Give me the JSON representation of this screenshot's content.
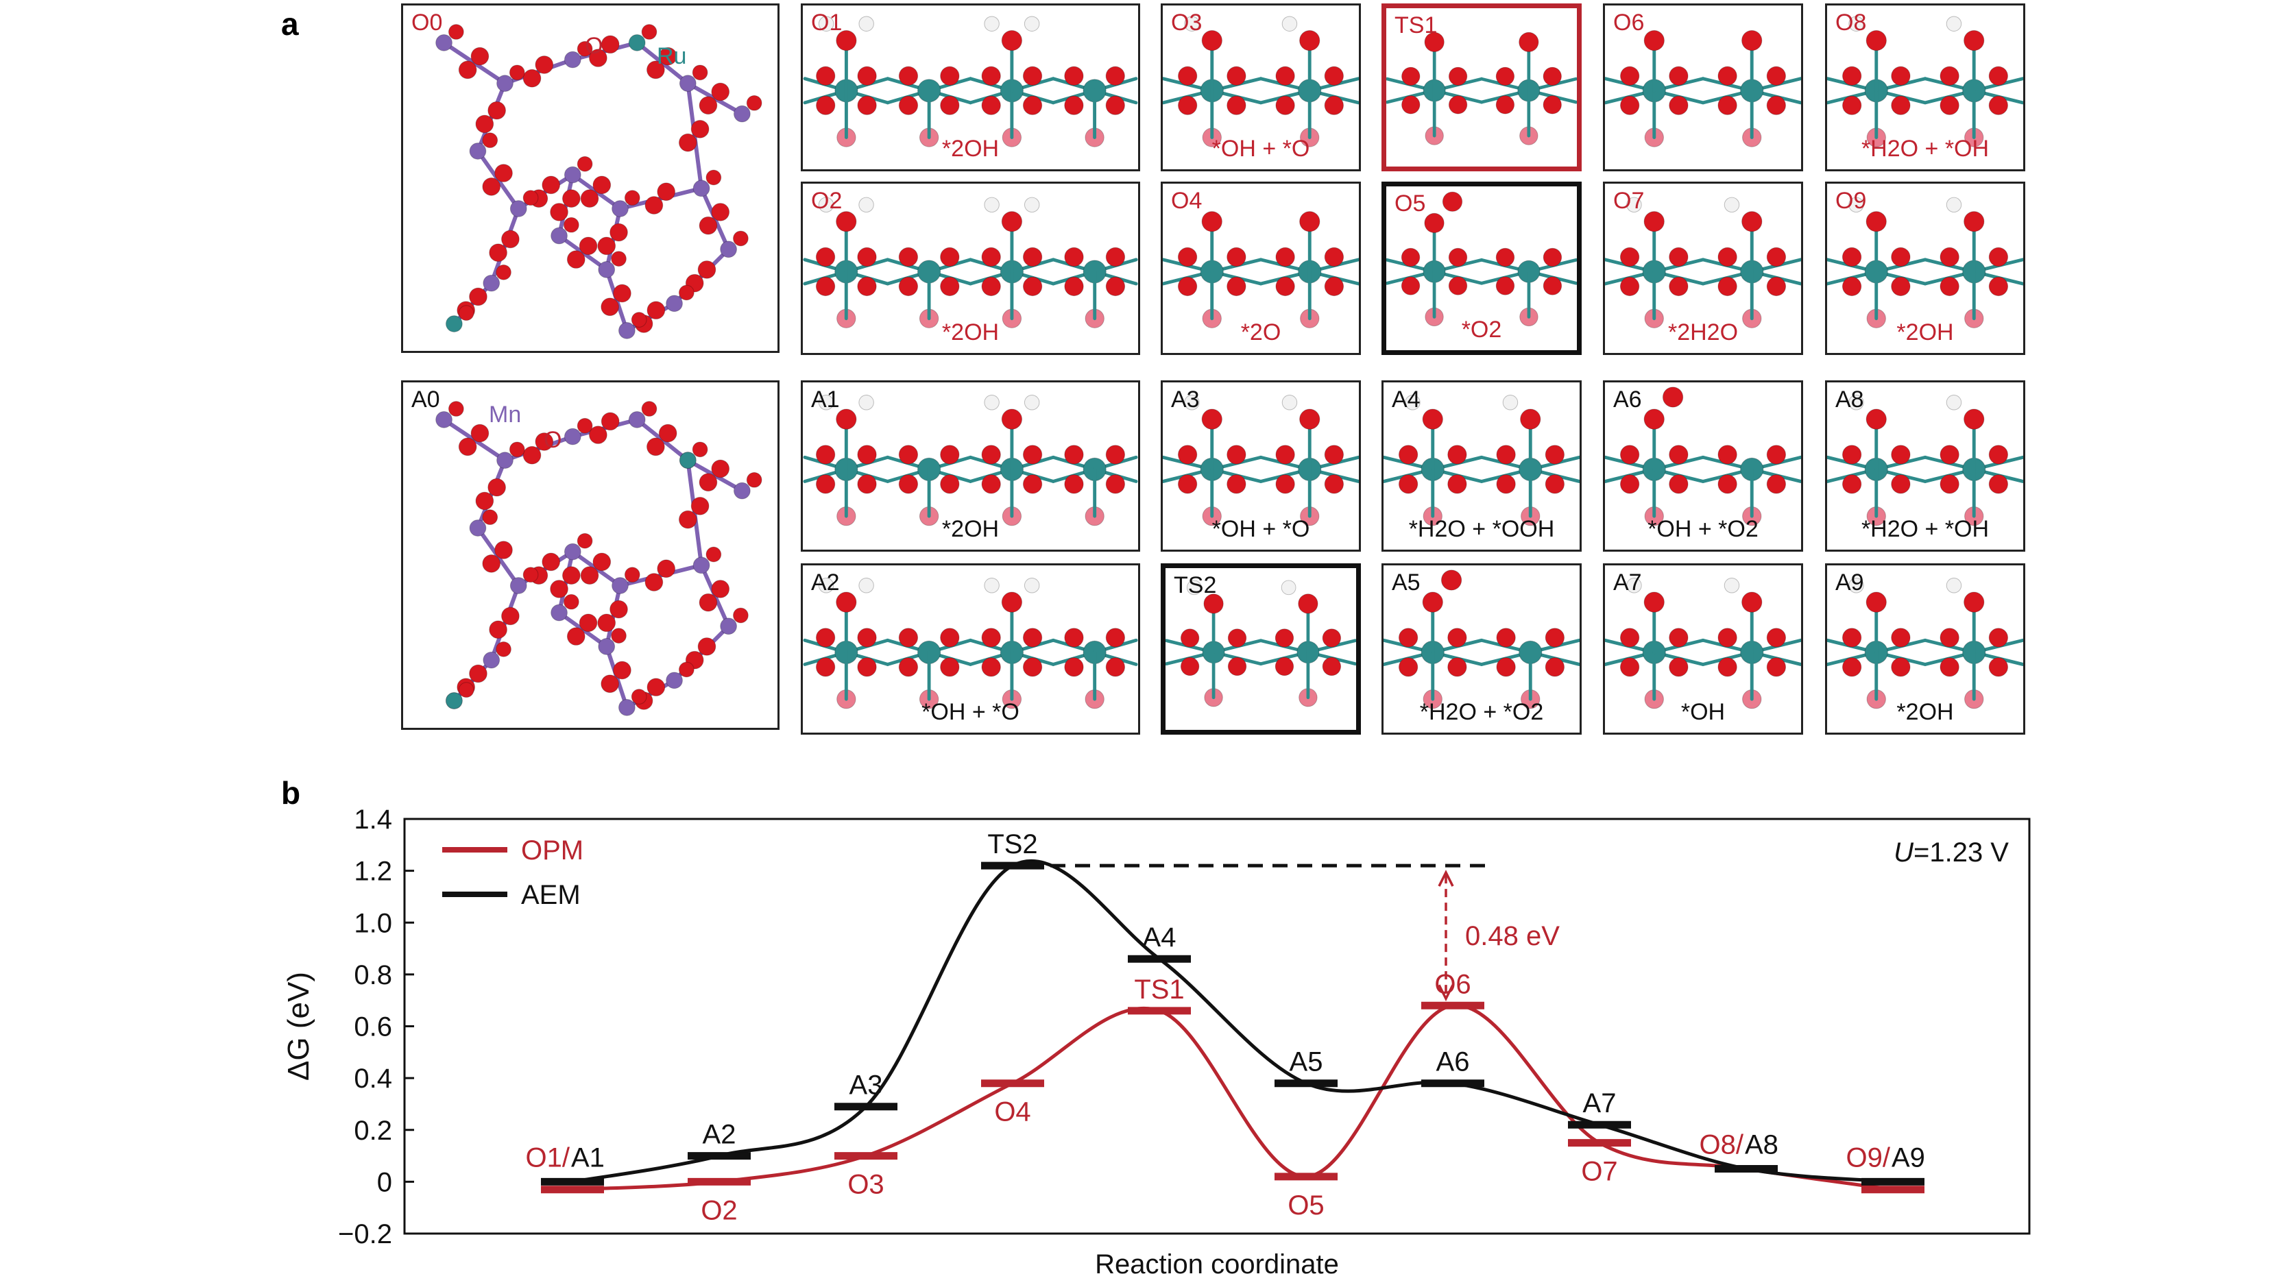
{
  "panel_labels": {
    "a": "a",
    "b": "b"
  },
  "colors": {
    "opm": "#b8252f",
    "aem": "#111111",
    "ru": "#2e8b8b",
    "o": "#d8171f",
    "mn": "#7f62b2",
    "o_sub": "#ea7b8e",
    "h": "#f2f2f2"
  },
  "structures": {
    "o0": {
      "label": "O0",
      "ru_label": "Ru",
      "o_label": "O"
    },
    "a0": {
      "label": "A0",
      "mn_label": "Mn",
      "o_label": "O"
    },
    "grid": [
      {
        "id": "O1",
        "caption": "*2OH"
      },
      {
        "id": "O3",
        "caption": "*OH + *O"
      },
      {
        "id": "TS1",
        "caption": ""
      },
      {
        "id": "O6",
        "caption": ""
      },
      {
        "id": "O8",
        "caption": "*H2O + *OH"
      },
      {
        "id": "O2",
        "caption": "*2OH"
      },
      {
        "id": "O4",
        "caption": "*2O"
      },
      {
        "id": "O5",
        "caption": "*O2"
      },
      {
        "id": "O7",
        "caption": "*2H2O"
      },
      {
        "id": "O9",
        "caption": "*2OH"
      },
      {
        "id": "A1",
        "caption": "*2OH"
      },
      {
        "id": "A3",
        "caption": "*OH + *O"
      },
      {
        "id": "A4",
        "caption": "*H2O + *OOH"
      },
      {
        "id": "A6",
        "caption": "*OH + *O2"
      },
      {
        "id": "A8",
        "caption": "*H2O + *OH"
      },
      {
        "id": "A2",
        "caption": "*OH + *O"
      },
      {
        "id": "TS2",
        "caption": ""
      },
      {
        "id": "A5",
        "caption": "*H2O + *O2"
      },
      {
        "id": "A7",
        "caption": "*OH"
      },
      {
        "id": "A9",
        "caption": "*2OH"
      }
    ]
  },
  "chart_data": {
    "type": "line",
    "xlabel": "Reaction coordinate",
    "ylabel": "ΔG (eV)",
    "ylim": [
      -0.2,
      1.4
    ],
    "yticks": [
      -0.2,
      0,
      0.2,
      0.4,
      0.6,
      0.8,
      1.0,
      1.2,
      1.4
    ],
    "ytick_labels": [
      "−0.2",
      "0",
      "0.2",
      "0.4",
      "0.6",
      "0.8",
      "1.0",
      "1.2",
      "1.4"
    ],
    "annotation_u": {
      "italic": "U",
      "rest": "=1.23 V"
    },
    "barrier_label": "0.48 eV",
    "legend_placement": "top-left",
    "series": [
      {
        "name": "OPM",
        "states": [
          {
            "label": "O1",
            "x": 1,
            "y": -0.03
          },
          {
            "label": "O2",
            "x": 2,
            "y": 0.0
          },
          {
            "label": "O3",
            "x": 3,
            "y": 0.1
          },
          {
            "label": "O4",
            "x": 4,
            "y": 0.38
          },
          {
            "label": "TS1",
            "x": 5,
            "y": 0.66
          },
          {
            "label": "O5",
            "x": 6,
            "y": 0.02
          },
          {
            "label": "O6",
            "x": 7,
            "y": 0.68
          },
          {
            "label": "O7",
            "x": 8,
            "y": 0.15
          },
          {
            "label": "O8",
            "x": 9,
            "y": 0.05
          },
          {
            "label": "O9",
            "x": 10,
            "y": -0.03
          }
        ]
      },
      {
        "name": "AEM",
        "states": [
          {
            "label": "A1",
            "x": 1,
            "y": 0.0
          },
          {
            "label": "A2",
            "x": 2,
            "y": 0.1
          },
          {
            "label": "A3",
            "x": 3,
            "y": 0.29
          },
          {
            "label": "TS2",
            "x": 4,
            "y": 1.22
          },
          {
            "label": "A4",
            "x": 5,
            "y": 0.86
          },
          {
            "label": "A5",
            "x": 6,
            "y": 0.38
          },
          {
            "label": "A6",
            "x": 7,
            "y": 0.38
          },
          {
            "label": "A7",
            "x": 8,
            "y": 0.22
          },
          {
            "label": "A8",
            "x": 9,
            "y": 0.05
          },
          {
            "label": "A9",
            "x": 10,
            "y": 0.0
          }
        ]
      }
    ],
    "state_labels": [
      {
        "text": "O1/",
        "series": "OPM"
      },
      {
        "text": "A1",
        "series": "AEM"
      },
      {
        "text": "O8/",
        "series": "OPM"
      },
      {
        "text": "A8",
        "series": "AEM"
      },
      {
        "text": "O9/",
        "series": "OPM"
      },
      {
        "text": "A9",
        "series": "AEM"
      }
    ]
  }
}
